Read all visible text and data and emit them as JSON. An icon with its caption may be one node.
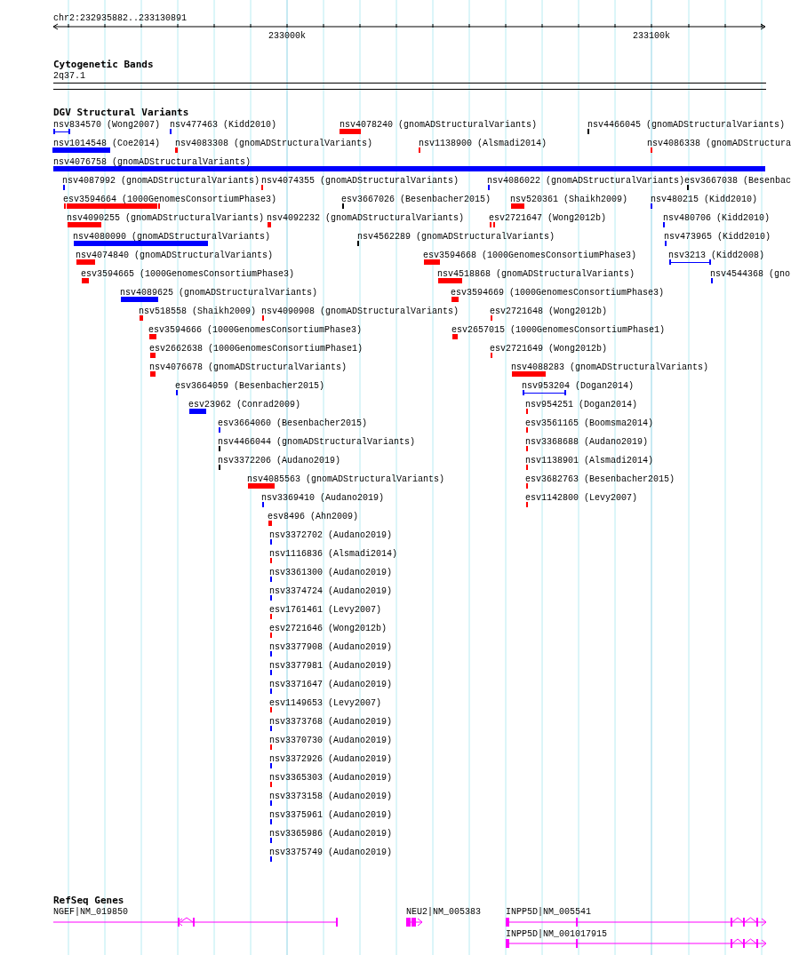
{
  "diagram": {
    "title": "chr2:232935882..233130891",
    "labels": [
      "233000k",
      "233100k",
      "Cytogenetic Bands",
      "2q37.1",
      "DGV Structural Variants",
      "nsv834570 (Wong2007)",
      "nsv477463 (Kidd2010)",
      "nsv4078240 (gnomADStructuralVariants)",
      "nsv4466045 (gnomADStructuralVariants)",
      "nsv1014548 (Coe2014)",
      "nsv4083308 (gnomADStructuralVariants)",
      "nsv1138900 (Alsmadi2014)",
      "nsv4086338 (gnomADStructura",
      "nsv4076758 (gnomADStructuralVariants)",
      "nsv4087992 (gnomADStructuralVariants)",
      "nsv4074355 (gnomADStructuralVariants)",
      "nsv4086022 (gnomADStructuralVariants)",
      "esv3667038 (Besenbac",
      "esv3594664 (1000GenomesConsortiumPhase3)",
      "esv3667026 (Besenbacher2015)",
      "nsv520361 (Shaikh2009)",
      "nsv480215 (Kidd2010)",
      "nsv4090255 (gnomADStructuralVariants)",
      "nsv4092232 (gnomADStructuralVariants)",
      "esv2721647 (Wong2012b)",
      "nsv480706 (Kidd2010)",
      "nsv4080090 (gnomADStructuralVariants)",
      "nsv4562289 (gnomADStructuralVariants)",
      "nsv473965 (Kidd2010)",
      "nsv4074840 (gnomADStructuralVariants)",
      "esv3594668 (1000GenomesConsortiumPhase3)",
      "nsv3213 (Kidd2008)",
      "esv3594665 (1000GenomesConsortiumPhase3)",
      "nsv4518868 (gnomADStructuralVariants)",
      "nsv4544368 (gno",
      "nsv4089625 (gnomADStructuralVariants)",
      "esv3594669 (1000GenomesConsortiumPhase3)",
      "nsv518558 (Shaikh2009)",
      "nsv4090908 (gnomADStructuralVariants)",
      "esv2721648 (Wong2012b)",
      "esv3594666 (1000GenomesConsortiumPhase3)",
      "esv2657015 (1000GenomesConsortiumPhase1)",
      "esv2662638 (1000GenomesConsortiumPhase1)",
      "esv2721649 (Wong2012b)",
      "nsv4076678 (gnomADStructuralVariants)",
      "nsv4088283 (gnomADStructuralVariants)",
      "esv3664059 (Besenbacher2015)",
      "nsv953204 (Dogan2014)",
      "esv23962 (Conrad2009)",
      "nsv954251 (Dogan2014)",
      "esv3664060 (Besenbacher2015)",
      "esv3561165 (Boomsma2014)",
      "nsv4466044 (gnomADStructuralVariants)",
      "nsv3368688 (Audano2019)",
      "nsv3372206 (Audano2019)",
      "nsv1138901 (Alsmadi2014)",
      "nsv4085563 (gnomADStructuralVariants)",
      "esv3682763 (Besenbacher2015)",
      "nsv3369410 (Audano2019)",
      "esv1142800 (Levy2007)",
      "esv8496 (Ahn2009)",
      "nsv3372702 (Audano2019)",
      "nsv1116836 (Alsmadi2014)",
      "nsv3361300 (Audano2019)",
      "nsv3374724 (Audano2019)",
      "esv1761461 (Levy2007)",
      "esv2721646 (Wong2012b)",
      "nsv3377908 (Audano2019)",
      "nsv3377981 (Audano2019)",
      "nsv3371647 (Audano2019)",
      "esv1149653 (Levy2007)",
      "nsv3373768 (Audano2019)",
      "nsv3370730 (Audano2019)",
      "nsv3372926 (Audano2019)",
      "nsv3365303 (Audano2019)",
      "nsv3373158 (Audano2019)",
      "nsv3375961 (Audano2019)",
      "nsv3365986 (Audano2019)",
      "nsv3375749 (Audano2019)",
      "RefSeq Genes",
      "NGEF|NM_019850",
      "NEU2|NM_005383",
      "INPP5D|NM_005541",
      "INPP5D|NM_001017915"
    ]
  }
}
